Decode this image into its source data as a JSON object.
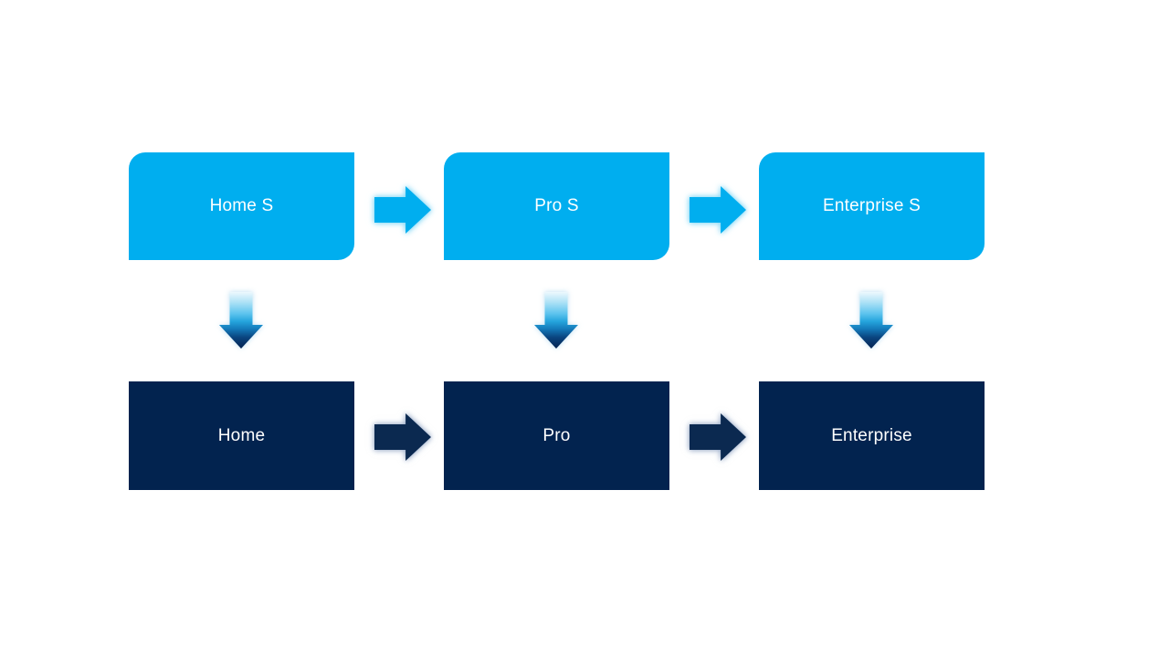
{
  "colors": {
    "background": "#FFFFFF",
    "light_blue": "#00AEEF",
    "dark_navy": "#02234F",
    "arrow_navy": "#0B2950",
    "label_text": "#FFFFFF"
  },
  "diagram": {
    "top_row": {
      "items": [
        {
          "label": "Home S"
        },
        {
          "label": "Pro S"
        },
        {
          "label": "Enterprise S"
        }
      ]
    },
    "bottom_row": {
      "items": [
        {
          "label": "Home"
        },
        {
          "label": "Pro"
        },
        {
          "label": "Enterprise"
        }
      ]
    },
    "connections": [
      {
        "from": "Home S",
        "to": "Pro S",
        "direction": "right"
      },
      {
        "from": "Pro S",
        "to": "Enterprise S",
        "direction": "right"
      },
      {
        "from": "Home S",
        "to": "Home",
        "direction": "down"
      },
      {
        "from": "Pro S",
        "to": "Pro",
        "direction": "down"
      },
      {
        "from": "Enterprise S",
        "to": "Enterprise",
        "direction": "down"
      },
      {
        "from": "Home",
        "to": "Pro",
        "direction": "right"
      },
      {
        "from": "Pro",
        "to": "Enterprise",
        "direction": "right"
      }
    ]
  }
}
